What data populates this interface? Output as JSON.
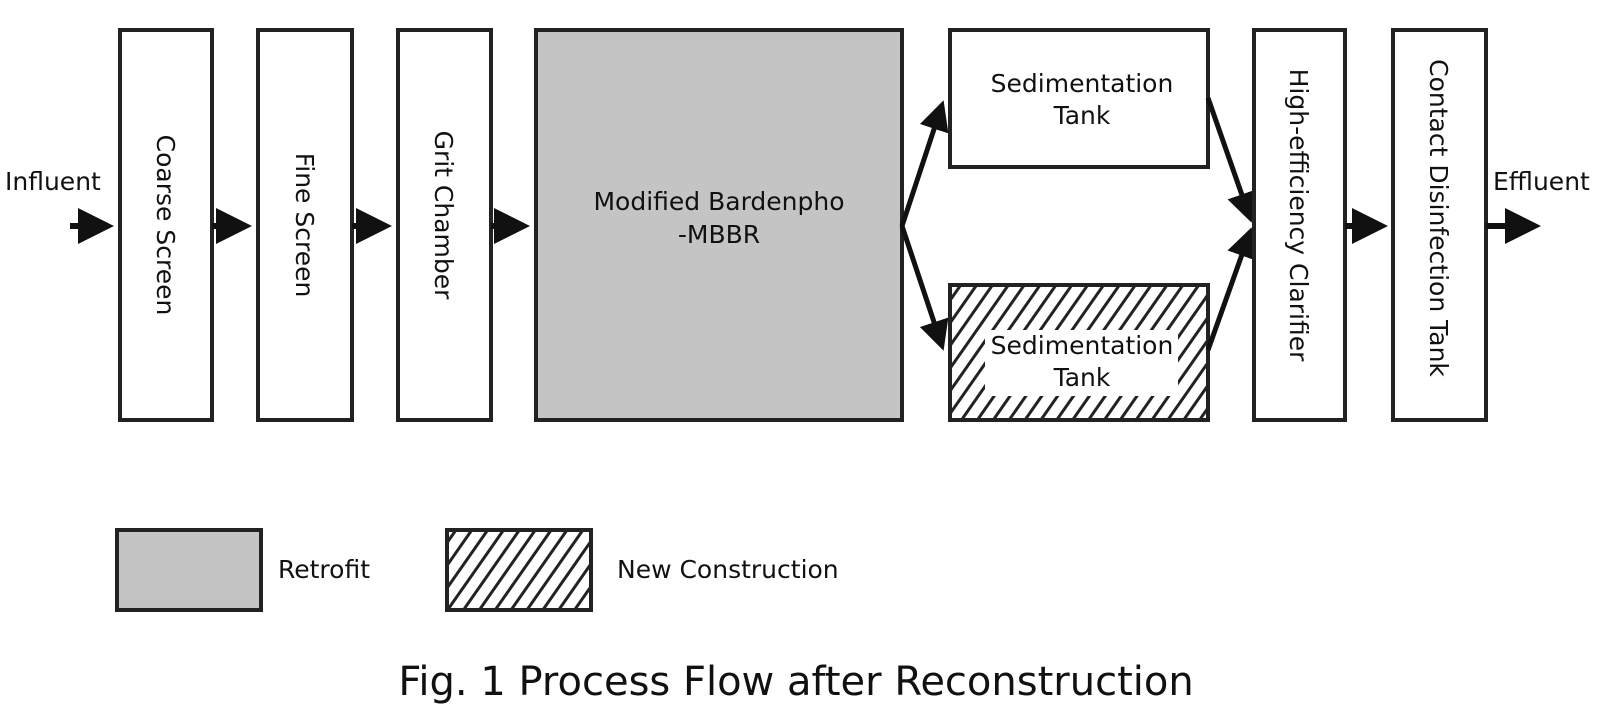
{
  "influent_label": "Influent",
  "effluent_label": "Effluent",
  "stages": {
    "coarse_screen": "Coarse Screen",
    "fine_screen": "Fine Screen",
    "grit_chamber": "Grit Chamber",
    "bardenpho_line1": "Modified Bardenpho",
    "bardenpho_line2": "-MBBR",
    "sed_tank_existing_line1": "Sedimentation",
    "sed_tank_existing_line2": "Tank",
    "sed_tank_new_line1": "Sedimentation",
    "sed_tank_new_line2": "Tank",
    "clarifier": "High-efficiency Clarifier",
    "disinfection": "Contact Disinfection Tank"
  },
  "legend": {
    "retrofit": "Retrofit",
    "new_construction": "New Construction"
  },
  "caption": "Fig. 1 Process Flow after Reconstruction",
  "colors": {
    "retrofit_fill": "#c4c4c4",
    "line": "#222222"
  }
}
